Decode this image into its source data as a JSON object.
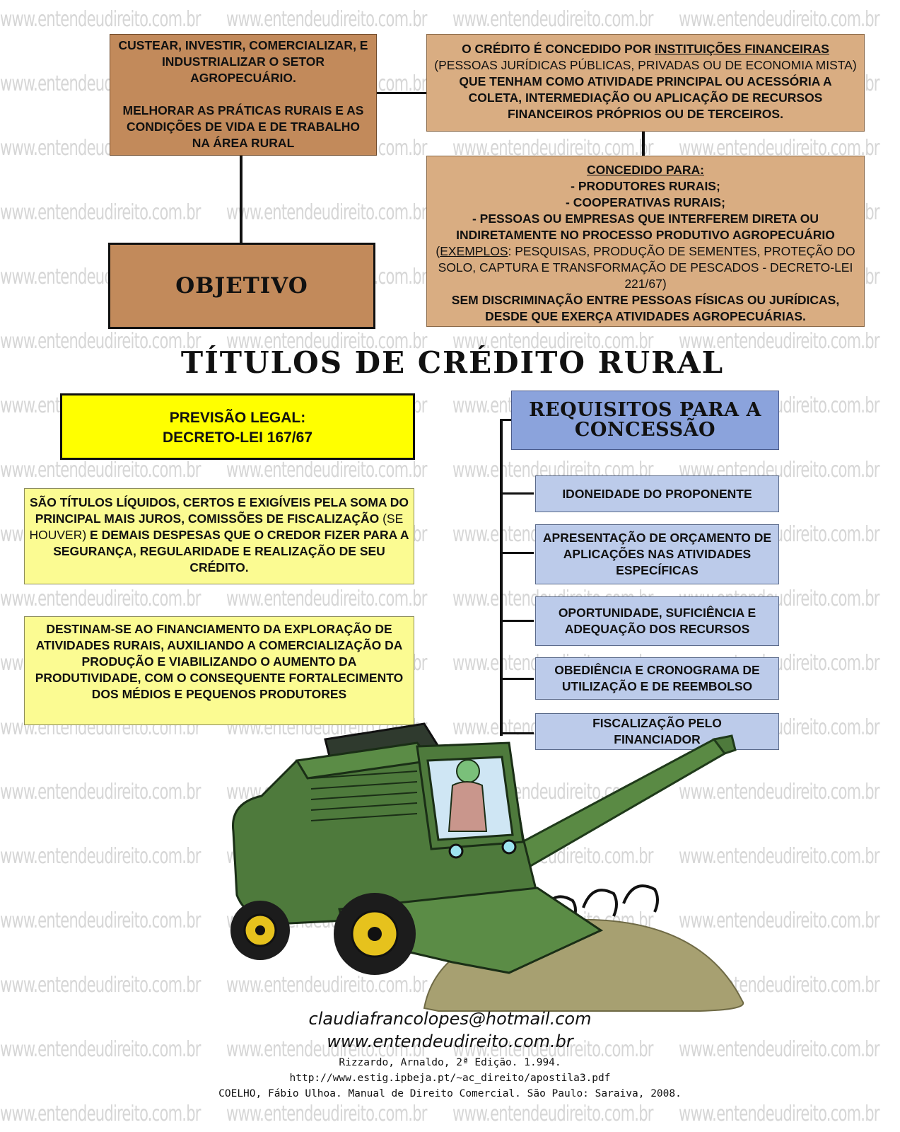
{
  "watermark": "www.entendeudireito.com.br",
  "objetivo_box": {
    "para1": "CUSTEAR, INVESTIR, COMERCIALIZAR, E INDUSTRIALIZAR O SETOR AGROPECUÁRIO.",
    "para2": "MELHORAR AS PRÁTICAS RURAIS E AS CONDIÇÕES DE VIDA E DE TRABALHO NA ÁREA RURAL"
  },
  "objetivo_label": "OBJETIVO",
  "credito_box": {
    "part1": "O CRÉDITO É CONCEDIDO POR ",
    "part2": "INSTITUIÇÕES FINANCEIRAS",
    "part3": "(PESSOAS JURÍDICAS PÚBLICAS, PRIVADAS OU DE ECONOMIA MISTA)",
    "part4": " QUE TENHAM COMO ATIVIDADE PRINCIPAL OU ACESSÓRIA A COLETA, INTERMEDIAÇÃO OU APLICAÇÃO DE RECURSOS FINANCEIROS PRÓPRIOS OU DE TERCEIROS."
  },
  "concedido_box": {
    "title": "CONCEDIDO PARA:",
    "item1": "- PRODUTORES RURAIS;",
    "item2": "- COOPERATIVAS RURAIS;",
    "item3": "- PESSOAS OU EMPRESAS QUE INTERFEREM DIRETA OU INDIRETAMENTE NO PROCESSO PRODUTIVO AGROPECUÁRIO",
    "ex_open": "(",
    "ex_label": "EXEMPLOS",
    "ex_text": ": PESQUISAS, PRODUÇÃO DE SEMENTES, PROTEÇÃO DO SOLO,  CAPTURA E TRANSFORMAÇÃO DE PESCADOS - DECRETO-LEI 221/67)",
    "closing": "SEM DISCRIMINAÇÃO ENTRE PESSOAS FÍSICAS OU JURÍDICAS, DESDE QUE EXERÇA ATIVIDADES AGROPECUÁRIAS."
  },
  "main_title": "TÍTULOS DE CRÉDITO RURAL",
  "previsao_box": {
    "line1": "PREVISÃO LEGAL:",
    "line2": "DECRETO-LEI 167/67"
  },
  "liquidos_box": {
    "part1": "SÃO TÍTULOS LÍQUIDOS, CERTOS E EXIGÍVEIS PELA SOMA DO PRINCIPAL MAIS JUROS, COMISSÕES DE FISCALIZAÇÃO",
    "part2": " (SE HOUVER) ",
    "part3": "E DEMAIS DESPESAS QUE O CREDOR FIZER PARA A SEGURANÇA, REGULARIDADE E REALIZAÇÃO DE SEU CRÉDITO."
  },
  "destinam_box": "DESTINAM-SE AO FINANCIAMENTO DA EXPLORAÇÃO DE ATIVIDADES RURAIS, AUXILIANDO A COMERCIALIZAÇÃO DA PRODUÇÃO E VIABILIZANDO O AUMENTO DA PRODUTIVIDADE, COM O CONSEQUENTE FORTALECIMENTO DOS MÉDIOS E PEQUENOS PRODUTORES",
  "requisitos": {
    "title": "REQUISITOS PARA A CONCESSÃO",
    "items": [
      "IDONEIDADE DO PROPONENTE",
      "APRESENTAÇÃO DE ORÇAMENTO DE APLICAÇÕES NAS ATIVIDADES ESPECÍFICAS",
      "OPORTUNIDADE, SUFICIÊNCIA E ADEQUAÇÃO DOS RECURSOS",
      "OBEDIÊNCIA E CRONOGRAMA DE UTILIZAÇÃO E DE REEMBOLSO",
      "FISCALIZAÇÃO PELO FINANCIADOR"
    ]
  },
  "footer": {
    "email": "claudiafrancolopes@hotmail.com",
    "site": "www.entendeudireito.com.br",
    "ref1": "Rizzardo, Arnaldo, 2ª Edição. 1.994.",
    "ref2": "http://www.estig.ipbeja.pt/~ac_direito/apostila3.pdf",
    "ref3": "COELHO, Fábio Ulhoa. Manual de Direito Comercial. São Paulo: Saraiva, 2008."
  },
  "colors": {
    "brown_box": "#c28a5b",
    "tan_box": "#d9ad82",
    "yellow_box": "#ffff00",
    "light_yellow_box": "#fbfb92",
    "blue_title": "#8ba3dc",
    "blue_item": "#bccbea",
    "tractor_green": "#4e7a3c"
  },
  "illustration": "combine-harvester-icon"
}
